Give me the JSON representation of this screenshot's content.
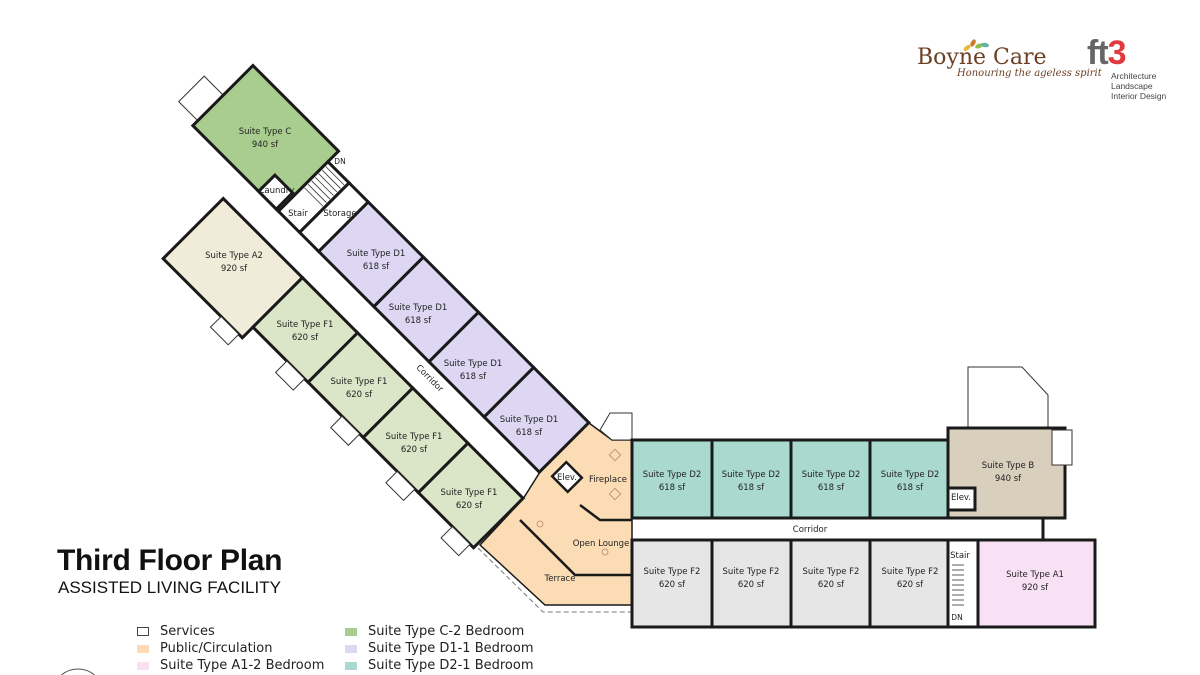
{
  "header": {
    "brand_name": "Boyne Care",
    "brand_tagline": "Honouring the ageless spirit",
    "firm_logo": "ft3",
    "firm_lines": [
      "Architecture",
      "Landscape",
      "Interior Design"
    ]
  },
  "title": "Third Floor Plan",
  "subtitle": "ASSISTED LIVING FACILITY",
  "colors": {
    "services": "#ffffff",
    "public": "#fbdcb5",
    "suite_c": "#a9cd8e",
    "suite_a2": "#f1ecd9",
    "suite_f1": "#dbe5c8",
    "suite_d1": "#ddd7f3",
    "suite_d2": "#a9d9cf",
    "suite_f2": "#e6e6e6",
    "suite_b": "#d8cfbd",
    "suite_a1": "#f8e1f5"
  },
  "legend": [
    {
      "label": "Services"
    },
    {
      "label": "Public/Circulation"
    },
    {
      "label": "Suite Type A1-2 Bedroom"
    },
    {
      "label": "Suite Type C-2 Bedroom"
    },
    {
      "label": "Suite Type D1-1 Bedroom"
    },
    {
      "label": "Suite Type D2-1 Bedroom"
    }
  ],
  "rooms": {
    "c": {
      "name": "Suite Type C",
      "area": "940 sf"
    },
    "a2": {
      "name": "Suite Type A2",
      "area": "920 sf"
    },
    "d1": [
      {
        "name": "Suite Type D1",
        "area": "618 sf"
      },
      {
        "name": "Suite Type D1",
        "area": "618 sf"
      },
      {
        "name": "Suite Type D1",
        "area": "618 sf"
      },
      {
        "name": "Suite Type D1",
        "area": "618 sf"
      }
    ],
    "f1": [
      {
        "name": "Suite Type F1",
        "area": "620 sf"
      },
      {
        "name": "Suite Type F1",
        "area": "620 sf"
      },
      {
        "name": "Suite Type F1",
        "area": "620 sf"
      },
      {
        "name": "Suite Type F1",
        "area": "620 sf"
      }
    ],
    "d2": [
      {
        "name": "Suite Type D2",
        "area": "618 sf"
      },
      {
        "name": "Suite Type D2",
        "area": "618 sf"
      },
      {
        "name": "Suite Type D2",
        "area": "618 sf"
      },
      {
        "name": "Suite Type D2",
        "area": "618 sf"
      }
    ],
    "f2": [
      {
        "name": "Suite Type F2",
        "area": "620 sf"
      },
      {
        "name": "Suite Type F2",
        "area": "620 sf"
      },
      {
        "name": "Suite Type F2",
        "area": "620 sf"
      },
      {
        "name": "Suite Type F2",
        "area": "620 sf"
      }
    ],
    "b": {
      "name": "Suite Type B",
      "area": "940 sf"
    },
    "a1": {
      "name": "Suite Type A1",
      "area": "920 sf"
    }
  },
  "spaces": {
    "laundry": "Laundry",
    "stair_left": "Stair",
    "storage": "Storage",
    "dn_left": "DN",
    "corridor_left": "Corridor",
    "elev_center": "Elev.",
    "fireplace": "Fireplace",
    "open_lounge": "Open Lounge",
    "terrace": "Terrace",
    "corridor_right": "Corridor",
    "elev_right": "Elev.",
    "stair_right": "Stair",
    "dn_right": "DN"
  }
}
